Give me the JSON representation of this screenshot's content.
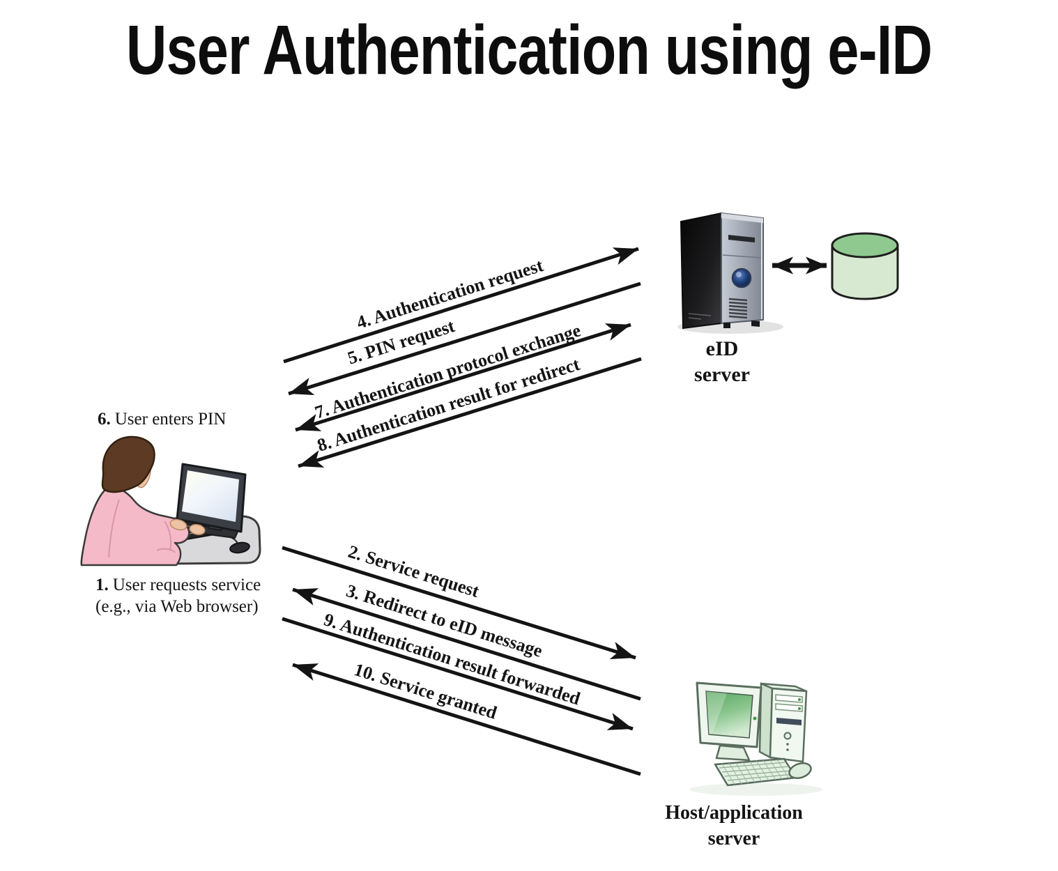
{
  "title": "User Authentication using e-ID",
  "user": {
    "step6": {
      "num": "6.",
      "text": "User enters PIN"
    },
    "step1": {
      "num": "1.",
      "line1": "User requests service",
      "line2": "(e.g., via Web browser)"
    }
  },
  "eid_server": {
    "label_line1": "eID",
    "label_line2": "server"
  },
  "host_server": {
    "label_line1": "Host/application",
    "label_line2": "server"
  },
  "arrows": {
    "upper": [
      {
        "label": "4. Authentication request",
        "direction": "user-to-eid-server"
      },
      {
        "label": "5. PIN request",
        "direction": "eid-server-to-user"
      },
      {
        "label": "7. Authentication protocol exchange",
        "direction": "bidirectional"
      },
      {
        "label": "8. Authentication result for redirect",
        "direction": "eid-server-to-user"
      }
    ],
    "lower": [
      {
        "label": "2. Service request",
        "direction": "user-to-host-server"
      },
      {
        "label": "3. Redirect to eID message",
        "direction": "host-server-to-user"
      },
      {
        "label": "9. Authentication result forwarded",
        "direction": "user-to-host-server"
      },
      {
        "label": "10. Service granted",
        "direction": "host-server-to-user"
      }
    ],
    "db_link": {
      "direction": "bidirectional"
    }
  },
  "colors": {
    "ink": "#141414",
    "db_top_green": "#8fc98f",
    "db_body_green": "#d8e9d2",
    "host_green_dark": "#5fae66",
    "host_green_light": "#eef6ee",
    "shirt_pink": "#f5bac7",
    "hair_brown": "#5d3a24",
    "desk_gray": "#d9d9db"
  }
}
